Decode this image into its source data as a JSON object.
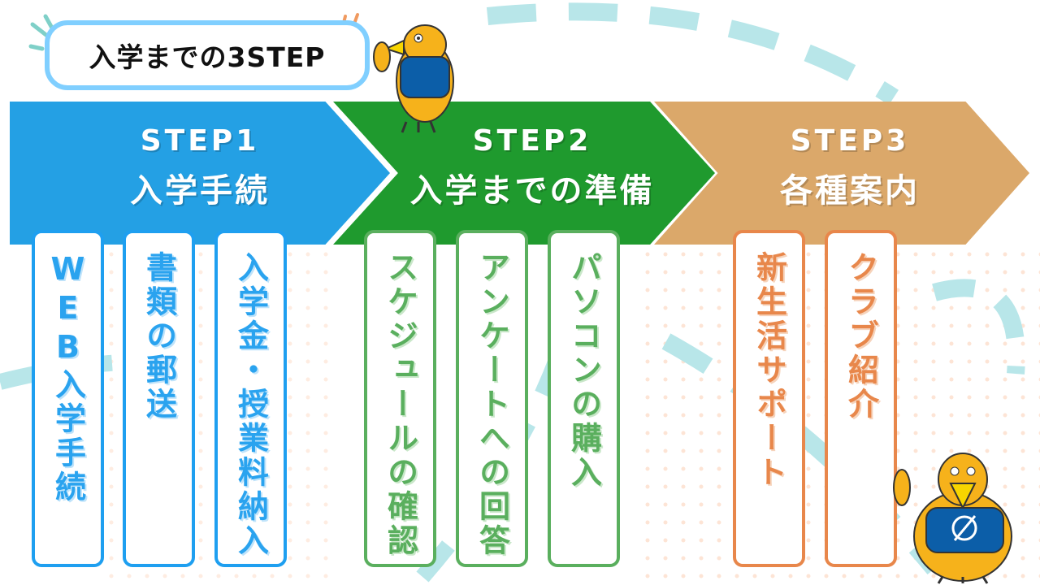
{
  "title": "入学までの3STEP",
  "steps": [
    {
      "step": "STEP1",
      "name": "入学手続",
      "color": "#24a0e4",
      "items": [
        "WEB入学手続",
        "書類の郵送",
        "入学金・授業料納入"
      ]
    },
    {
      "step": "STEP2",
      "name": "入学までの準備",
      "color": "#1f9a2e",
      "items": [
        "スケジュールの確認",
        "アンケートへの回答",
        "パソコンの購入"
      ]
    },
    {
      "step": "STEP3",
      "name": "各種案内",
      "color": "#dba86a",
      "items": [
        "新生活サポート",
        "クラブ紹介"
      ]
    }
  ]
}
